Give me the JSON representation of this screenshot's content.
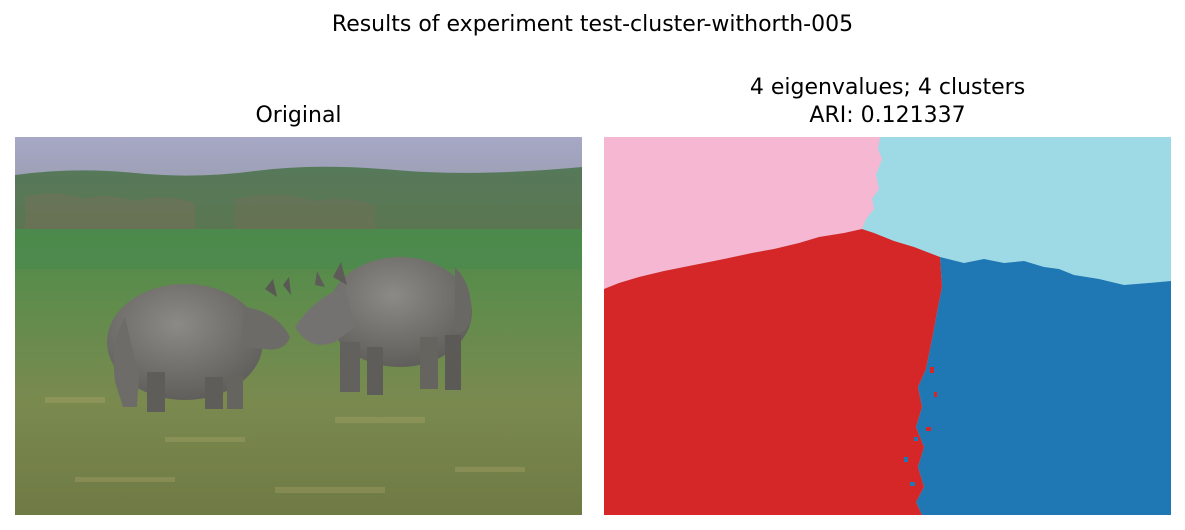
{
  "figure": {
    "suptitle": "Results of experiment test-cluster-withorth-005",
    "left_panel": {
      "title": "Original",
      "image": "two black rhinoceroses facing each other on a grassy plain"
    },
    "right_panel": {
      "title_line1": "4 eigenvalues; 4 clusters",
      "title_line2": "ARI: 0.121337",
      "image": "segmentation map with 4 clusters"
    }
  },
  "colors": {
    "cluster_pink": "#f5b7d2",
    "cluster_cyan": "#9edae5",
    "cluster_red": "#d62728",
    "cluster_blue": "#1f77b4"
  }
}
